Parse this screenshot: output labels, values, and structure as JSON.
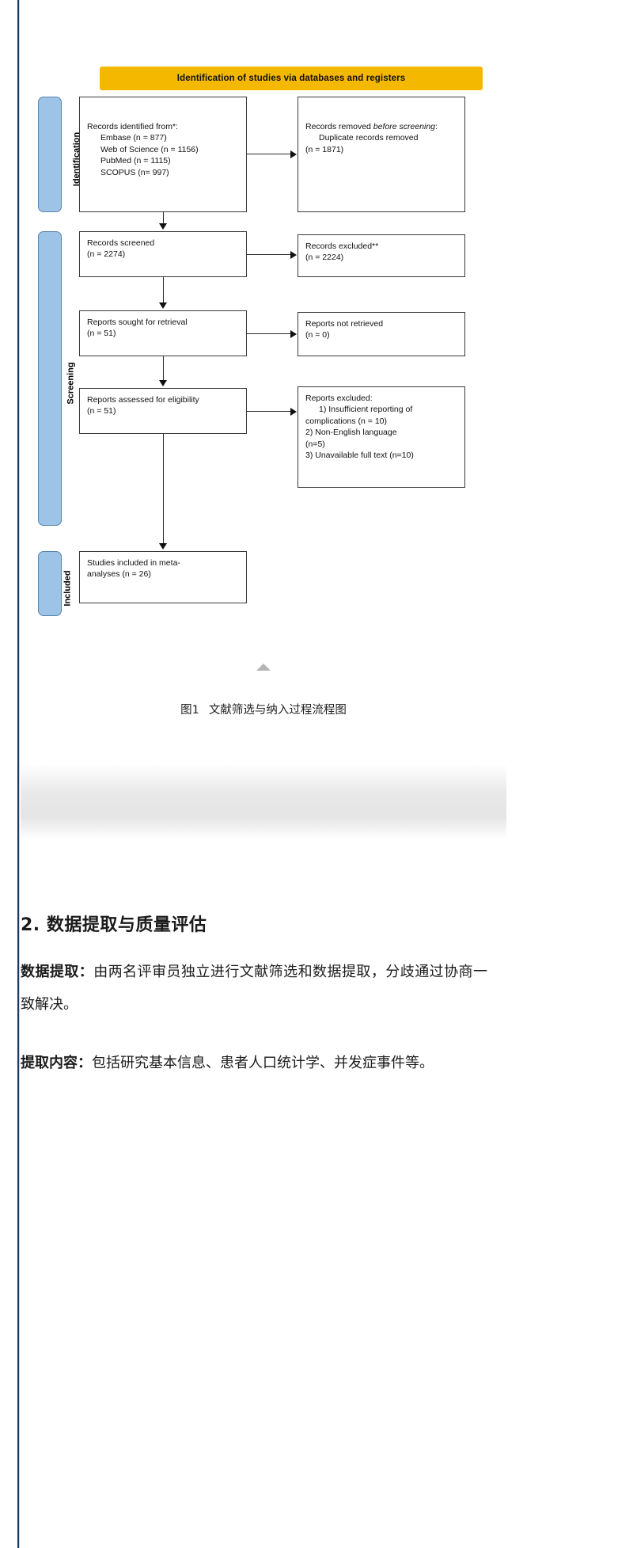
{
  "figure": {
    "banner": "Identification of studies via databases and registers",
    "stages": [
      {
        "name": "identification",
        "label": "Identification"
      },
      {
        "name": "screening",
        "label": "Screening"
      },
      {
        "name": "included",
        "label": "Included"
      }
    ],
    "boxes": {
      "identified": {
        "title": "Records identified from*:",
        "items": [
          "Embase (n = 877)",
          "Web of Science (n = 1156)",
          "PubMed (n = 1115)",
          "SCOPUS (n= 997)"
        ]
      },
      "removed": {
        "title_plain": "Records removed ",
        "title_italic": "before screening",
        "title_tail": ":",
        "items": [
          "Duplicate records removed"
        ],
        "count": "(n = 1871)"
      },
      "screened": {
        "title": "Records screened",
        "count": "(n = 2274)"
      },
      "records_excluded": {
        "title": "Records excluded**",
        "count": "(n = 2224)"
      },
      "sought": {
        "title": "Reports sought for retrieval",
        "count": "(n = 51)"
      },
      "not_retrieved": {
        "title": "Reports not retrieved",
        "count": "(n = 0)"
      },
      "assessed": {
        "title": "Reports assessed for eligibility",
        "count": "(n = 51)"
      },
      "reports_excluded": {
        "title": "Reports excluded:",
        "items": [
          "1) Insufficient reporting of",
          "complications (n = 10)",
          "2) Non-English language",
          "(n=5)",
          "3) Unavailable full text (n=10)"
        ]
      },
      "included": {
        "title": "Studies included in meta-",
        "line2": "analyses (n = 26)"
      }
    },
    "caption_label": "图1",
    "caption_text": "文献筛选与纳入过程流程图",
    "colors": {
      "banner": "#F5B800",
      "stage_pill": "#9DC3E6",
      "box_border": "#3a3a3a",
      "caret": "#b5b5b5"
    }
  },
  "article": {
    "heading": "2. 数据提取与质量评估",
    "paragraphs": [
      {
        "lead": "数据提取：",
        "body": "由两名评审员独立进行文献筛选和数据提取，分歧通过协商一致解决。"
      },
      {
        "lead": "提取内容：",
        "body": "包括研究基本信息、患者人口统计学、并发症事件等。"
      }
    ]
  }
}
